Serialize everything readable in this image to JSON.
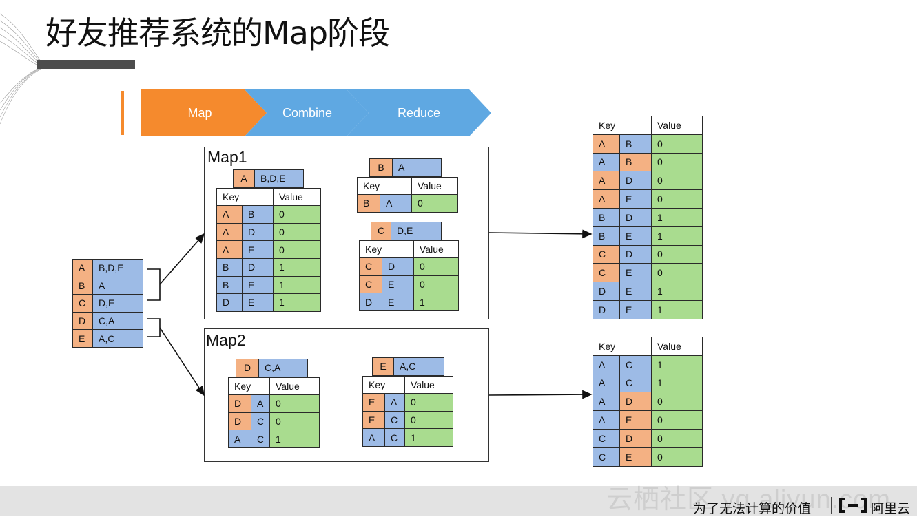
{
  "title": "好友推荐系统的Map阶段",
  "flow_steps": [
    "Map",
    "Combine",
    "Reduce"
  ],
  "colors": {
    "orange": "#f4b183",
    "blue": "#9dbbe6",
    "green": "#a9dc8f",
    "step_orange": "#f58a2d",
    "step_blue": "#5fa8e2"
  },
  "input_table": [
    {
      "k": "A",
      "v": "B,D,E"
    },
    {
      "k": "B",
      "v": "A"
    },
    {
      "k": "C",
      "v": "D,E"
    },
    {
      "k": "D",
      "v": "C,A"
    },
    {
      "k": "E",
      "v": "A,C"
    }
  ],
  "map1": {
    "label": "Map1",
    "t1": {
      "head_key": "A",
      "head_val": "B,D,E",
      "col_key": "Key",
      "col_value": "Value",
      "rows": [
        [
          "A",
          "B",
          "0"
        ],
        [
          "A",
          "D",
          "0"
        ],
        [
          "A",
          "E",
          "0"
        ],
        [
          "B",
          "D",
          "1"
        ],
        [
          "B",
          "E",
          "1"
        ],
        [
          "D",
          "E",
          "1"
        ]
      ]
    },
    "t2": {
      "head_key": "B",
      "head_val": "A",
      "col_key": "Key",
      "col_value": "Value",
      "rows": [
        [
          "B",
          "A",
          "0"
        ]
      ]
    },
    "t3": {
      "head_key": "C",
      "head_val": "D,E",
      "col_key": "Key",
      "col_value": "Value",
      "rows": [
        [
          "C",
          "D",
          "0"
        ],
        [
          "C",
          "E",
          "0"
        ],
        [
          "D",
          "E",
          "1"
        ]
      ]
    }
  },
  "map2": {
    "label": "Map2",
    "t1": {
      "head_key": "D",
      "head_val": "C,A",
      "col_key": "Key",
      "col_value": "Value",
      "rows": [
        [
          "D",
          "A",
          "0"
        ],
        [
          "D",
          "C",
          "0"
        ],
        [
          "A",
          "C",
          "1"
        ]
      ]
    },
    "t2": {
      "head_key": "E",
      "head_val": "A,C",
      "col_key": "Key",
      "col_value": "Value",
      "rows": [
        [
          "E",
          "A",
          "0"
        ],
        [
          "E",
          "C",
          "0"
        ],
        [
          "A",
          "C",
          "1"
        ]
      ]
    }
  },
  "out1": {
    "col_key": "Key",
    "col_value": "Value",
    "rows": [
      [
        "A",
        "B",
        "0"
      ],
      [
        "A",
        "B",
        "0"
      ],
      [
        "A",
        "D",
        "0"
      ],
      [
        "A",
        "E",
        "0"
      ],
      [
        "B",
        "D",
        "1"
      ],
      [
        "B",
        "E",
        "1"
      ],
      [
        "C",
        "D",
        "0"
      ],
      [
        "C",
        "E",
        "0"
      ],
      [
        "D",
        "E",
        "1"
      ],
      [
        "D",
        "E",
        "1"
      ]
    ]
  },
  "out2": {
    "col_key": "Key",
    "col_value": "Value",
    "rows": [
      [
        "A",
        "C",
        "1"
      ],
      [
        "A",
        "C",
        "1"
      ],
      [
        "A",
        "D",
        "0"
      ],
      [
        "A",
        "E",
        "0"
      ],
      [
        "C",
        "D",
        "0"
      ],
      [
        "C",
        "E",
        "0"
      ]
    ]
  },
  "footer": {
    "slogan": "为了无法计算的价值",
    "brand": "阿里云",
    "watermark": "云栖社区 yq.aliyun.com"
  }
}
